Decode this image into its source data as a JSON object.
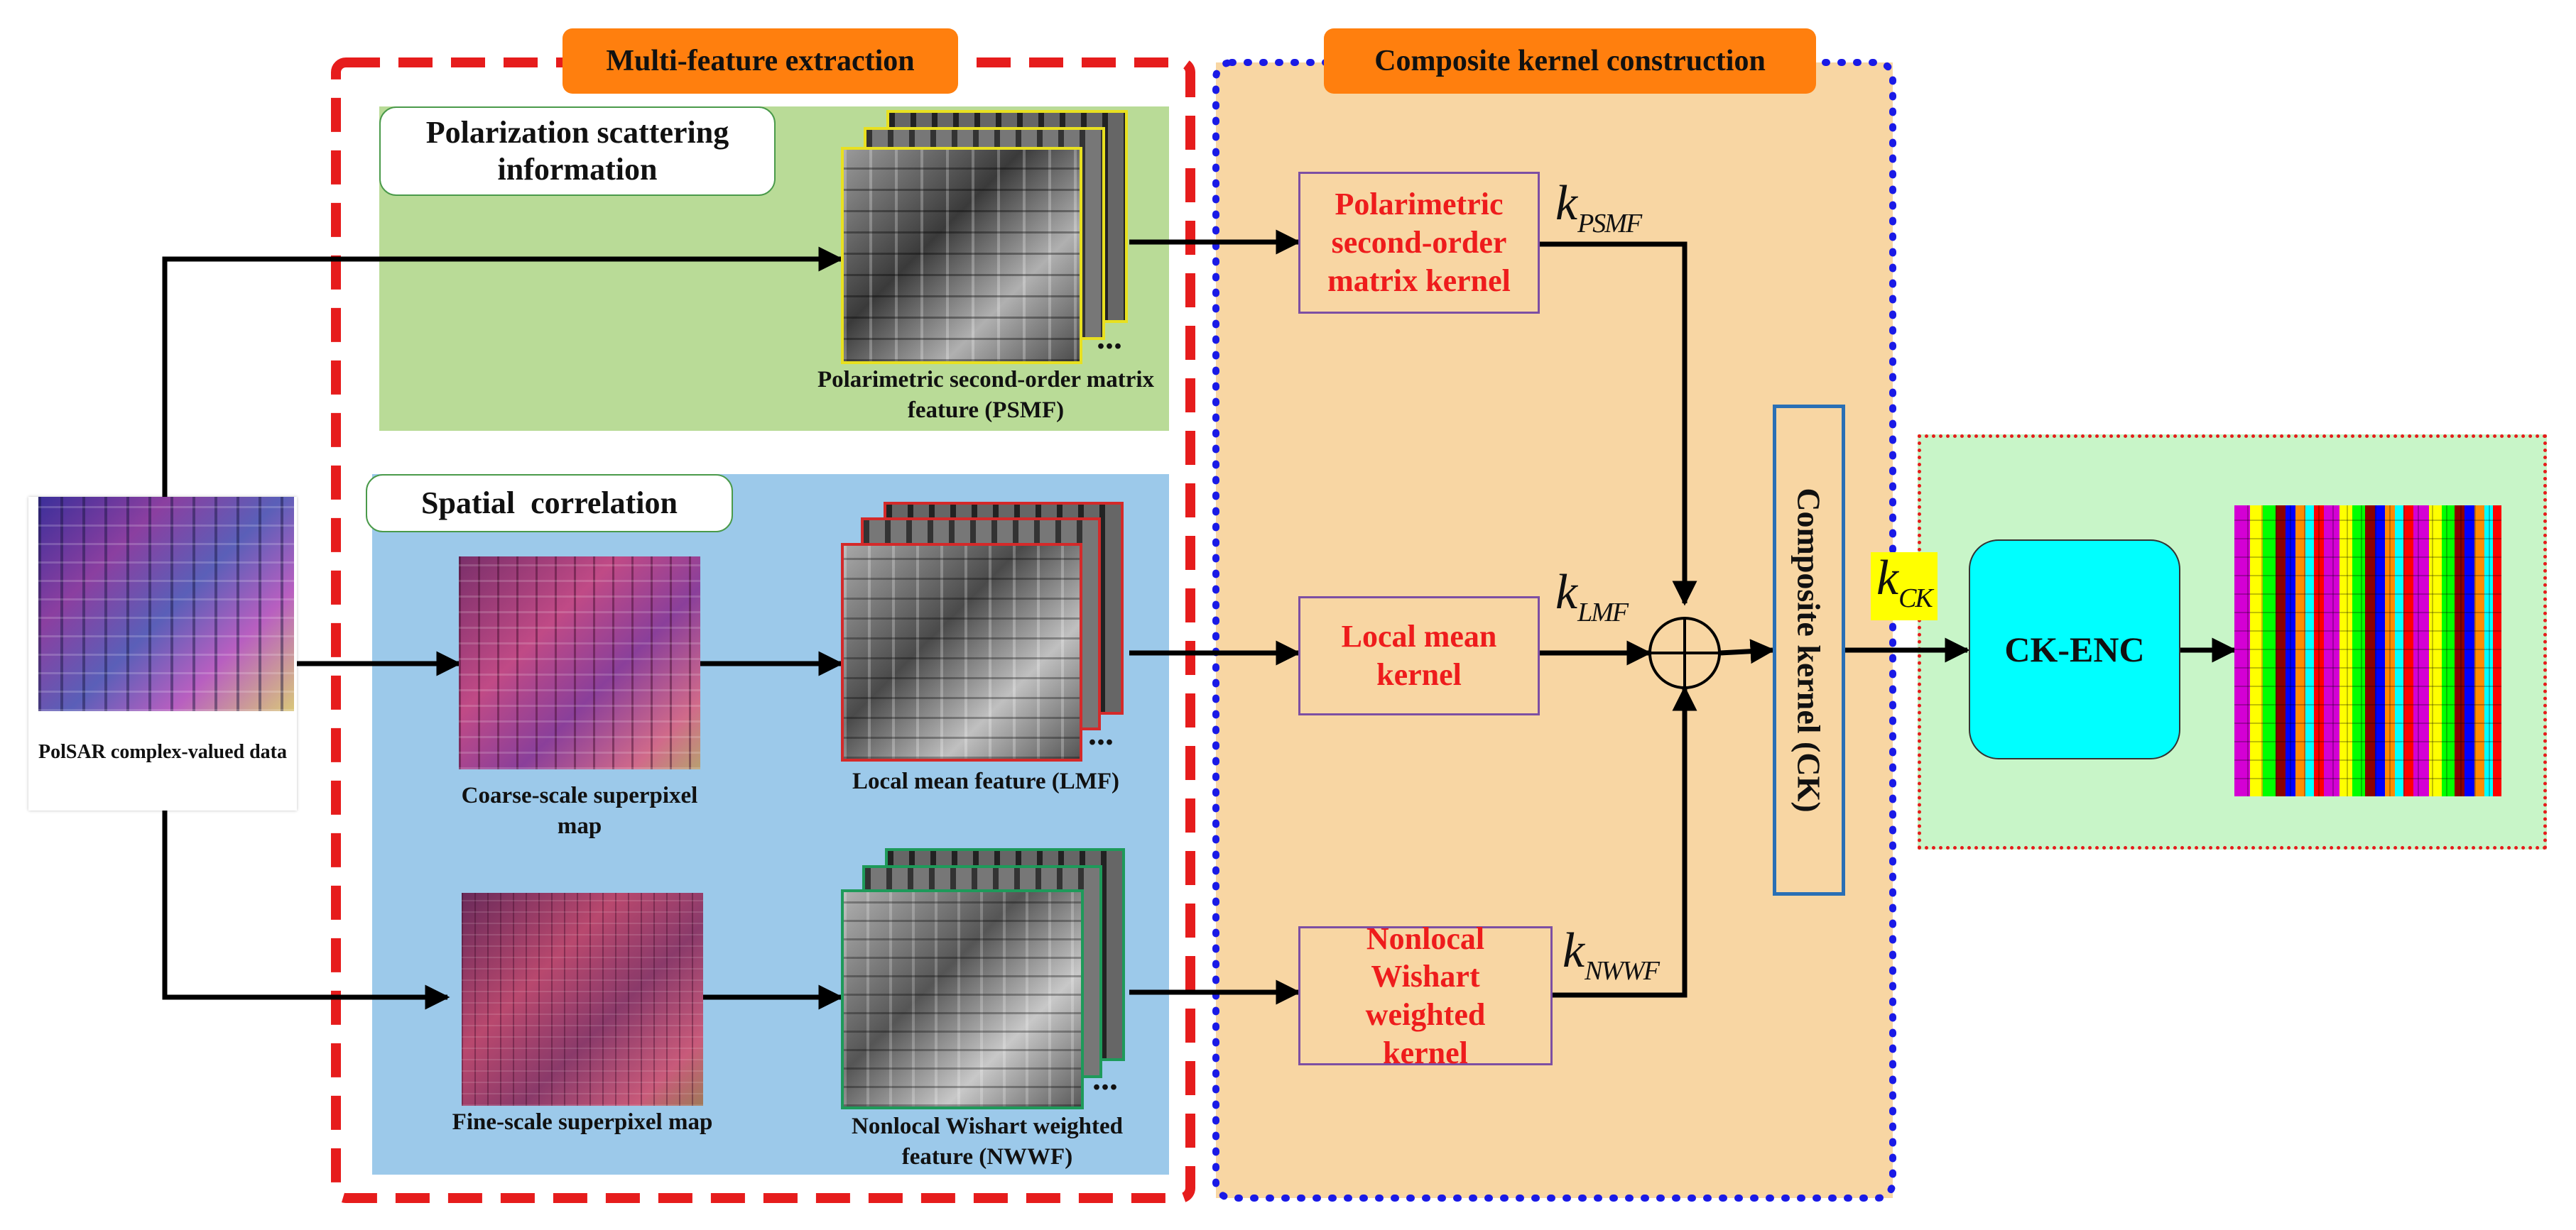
{
  "sections": {
    "multi_feature": "Multi-feature extraction",
    "composite": "Composite kernel construction"
  },
  "groups": {
    "polarization": "Polarization scattering information",
    "spatial": "Spatial  correlation"
  },
  "input": {
    "caption": "PolSAR complex-valued data"
  },
  "maps": {
    "coarse": "Coarse-scale superpixel map",
    "fine": "Fine-scale superpixel map"
  },
  "features": {
    "psmf": "Polarimetric second-order matrix feature (PSMF)",
    "lmf": "Local mean feature (LMF)",
    "nwwf": "Nonlocal Wishart weighted feature (NWWF)"
  },
  "kernels": {
    "psmf": "Polarimetric second-order matrix kernel",
    "lmf": "Local mean kernel",
    "nwwf": "Nonlocal Wishart weighted kernel"
  },
  "symbols": {
    "k": "k",
    "psmf_sub": "PSMF",
    "lmf_sub": "LMF",
    "nwwf_sub": "NWWF",
    "ck_sub": "CK",
    "ellipsis": "..."
  },
  "composite_kernel": "Composite kernel (CK)",
  "classifier": "CK-ENC",
  "colors": {
    "red_dash": "#e61c1c",
    "blue_dot": "#1a1ae6",
    "orange_tag": "#ff7f0e",
    "green_panel": "#b9db97",
    "blue_panel": "#9cc9ea",
    "composite_bg": "#f8d6a3",
    "kernel_text": "#ee1c1c",
    "output_bg": "#c8f5c8",
    "ck_enc": "#00ffff",
    "ck_highlight": "#ffff00"
  }
}
